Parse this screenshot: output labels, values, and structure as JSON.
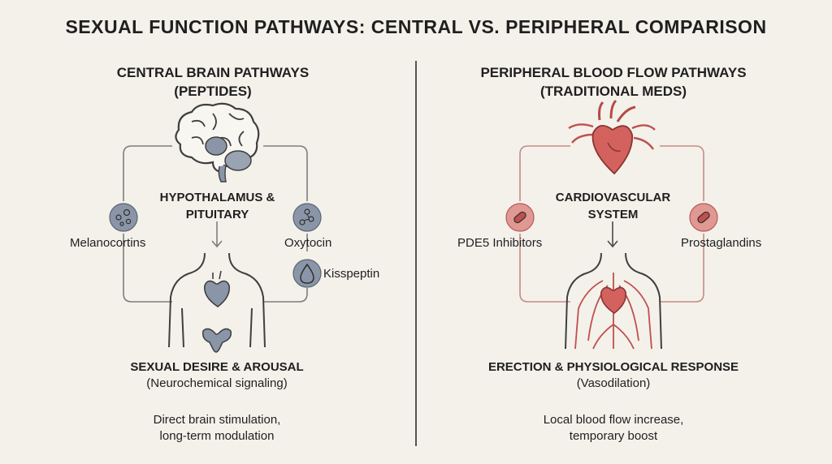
{
  "title": "SEXUAL FUNCTION PATHWAYS: CENTRAL VS. PERIPHERAL COMPARISON",
  "central": {
    "heading_line1": "CENTRAL BRAIN PATHWAYS",
    "heading_line2": "(PEPTIDES)",
    "center_line1": "HYPOTHALAMUS &",
    "center_line2": "PITUITARY",
    "left_label": "Melanocortins",
    "right_label": "Oxytocin",
    "extra_label": "Kisspeptin",
    "result": "SEXUAL DESIRE & AROUSAL",
    "result_sub": "(Neurochemical signaling)",
    "footer_line1": "Direct brain stimulation,",
    "footer_line2": "long-term modulation"
  },
  "peripheral": {
    "heading_line1": "PERIPHERAL BLOOD FLOW PATHWAYS",
    "heading_line2": "(TRADITIONAL MEDS)",
    "center_line1": "CARDIOVASCULAR",
    "center_line2": "SYSTEM",
    "left_label": "PDE5 Inhibitors",
    "right_label": "Prostaglandins",
    "result": "ERECTION & PHYSIOLOGICAL RESPONSE",
    "result_sub": "(Vasodilation)",
    "footer_line1": "Local blood flow increase,",
    "footer_line2": "temporary boost"
  },
  "colors": {
    "background": "#f3f1ea",
    "central_accent": "#8a96a8",
    "peripheral_accent": "#c0504d",
    "line_gray": "#7d7d7d",
    "line_red": "#c98a86"
  },
  "icons": {
    "brain": "brain-icon",
    "heart": "heart-icon",
    "melanocortins": "molecule-cluster-icon",
    "oxytocin": "molecule-chain-icon",
    "kisspeptin": "droplet-icon",
    "pde5": "pill-icon",
    "prostaglandins": "pill-icon"
  }
}
